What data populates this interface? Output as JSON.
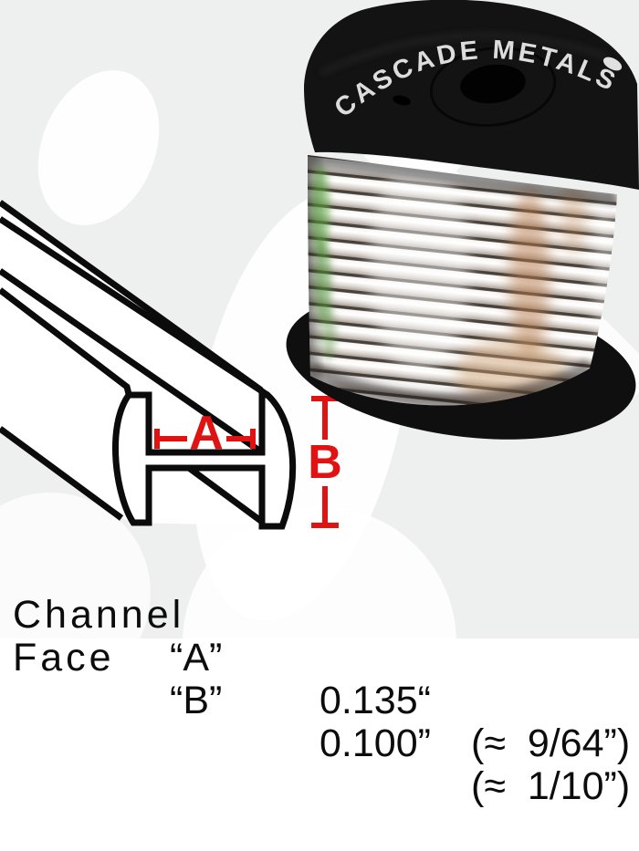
{
  "brand": {
    "stamp_text": "CASCADE METALS"
  },
  "diagram": {
    "dim_a_label": "A",
    "dim_b_label": "B"
  },
  "specs": {
    "rows": [
      {
        "name": "Channel",
        "letter": "“A”",
        "value": "0.135“",
        "approx": "(≈  9/64”)"
      },
      {
        "name": "Face",
        "letter": "“B”",
        "value": "0.100”",
        "approx": "(≈  1/10”)"
      }
    ]
  },
  "colors": {
    "dimension_red": "#e11212",
    "diagram_line": "#0b0b0b",
    "spool_black": "#131313",
    "background": "#eef0ef"
  }
}
